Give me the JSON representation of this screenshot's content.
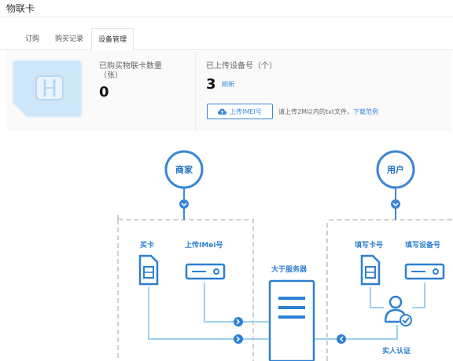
{
  "page": {
    "title": "物联卡"
  },
  "tabs": [
    {
      "label": "订购"
    },
    {
      "label": "购买记录"
    },
    {
      "label": "设备管理"
    }
  ],
  "stats": {
    "purchased": {
      "label": "已购买物联卡数量（张）",
      "label_line1": "已购买物联卡数量",
      "label_line2": "（张）",
      "value": "0"
    },
    "uploaded": {
      "label": "已上传设备号（个）",
      "value": "3",
      "refresh": "刷新"
    },
    "upload_button": {
      "label": "上传IMEI号",
      "icon": "cloud-upload-icon"
    },
    "upload_hint": {
      "text": "请上传2M以内的txt文件，",
      "link": "下载范例"
    }
  },
  "diagram": {
    "merchant": "商家",
    "user": "用户",
    "buy_card": "买卡",
    "upload_imei": "上传IMei号",
    "server": "大于服务器",
    "fill_card": "填写卡号",
    "fill_device": "填写设备号",
    "verify": "实人认证"
  },
  "colors": {
    "accent": "#3a86d8",
    "line": "#9fd0ef",
    "dashed": "#cfcfcf"
  }
}
